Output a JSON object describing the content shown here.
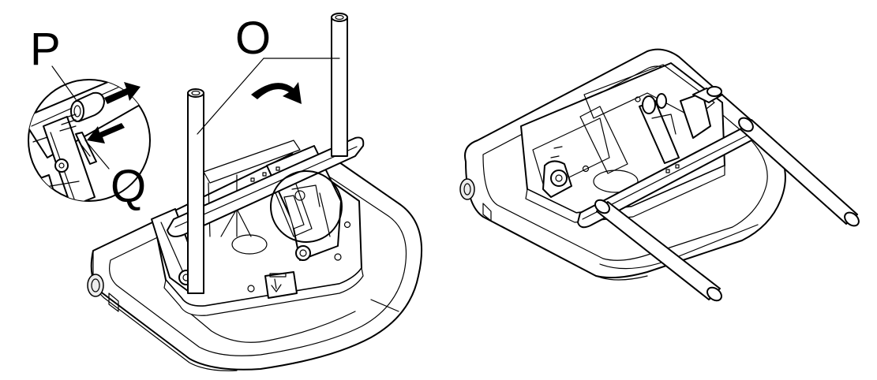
{
  "labels": {
    "p": "P",
    "o": "O",
    "q": "Q"
  },
  "colors": {
    "line": "#000000",
    "fill": "#ffffff",
    "shade": "#e9e9e9"
  }
}
